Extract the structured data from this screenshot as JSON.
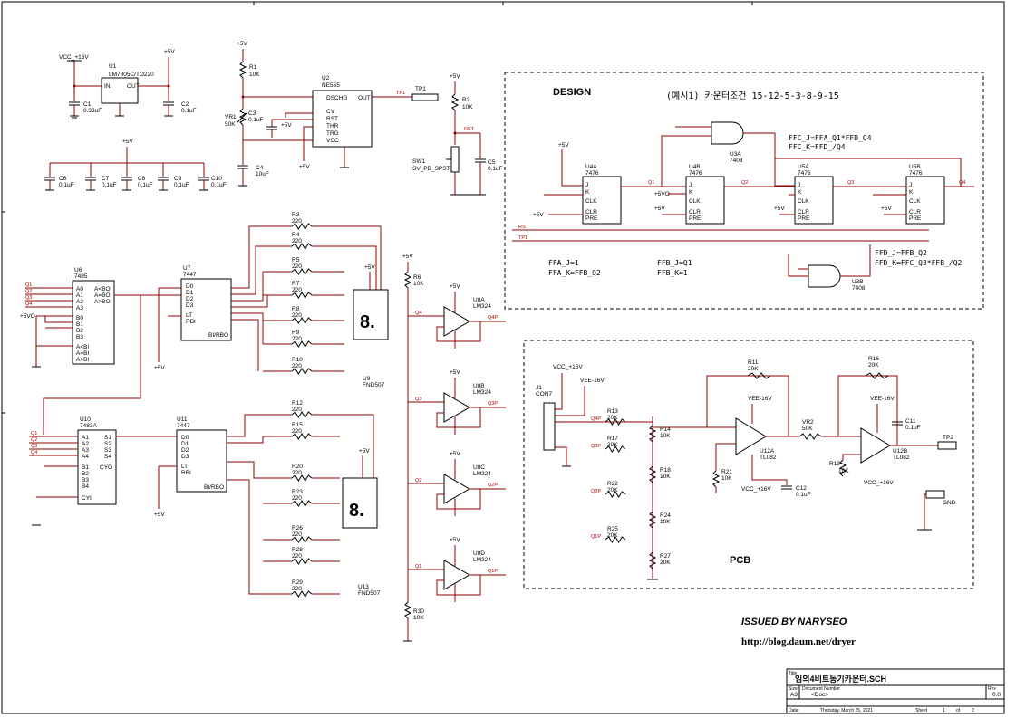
{
  "blocks": {
    "design_title": "DESIGN",
    "design_condition": "(예시1) 카운터조건 15-12-5-3-8-9-15",
    "pcb_title": "PCB",
    "issued_by": "ISSUED BY NARYSEO",
    "url": "http://blog.daum.net/dryer"
  },
  "equations": {
    "ffc": [
      "FFC_J=FFA_Q1*FFD_Q4",
      "FFC_K=FFD_/Q4"
    ],
    "ffa": [
      "FFA_J=1",
      "FFA_K=FFB_Q2"
    ],
    "ffb": [
      "FFB_J=Q1",
      "FFB_K=1"
    ],
    "ffd": [
      "FFD_J=FFB_Q2",
      "FFD_K=FFC_Q3*FFB_/Q2"
    ]
  },
  "components": [
    {
      "ref": "U1",
      "part": "LM7805C/TO220"
    },
    {
      "ref": "U2",
      "part": "NE555"
    },
    {
      "ref": "U6",
      "part": "7485"
    },
    {
      "ref": "U7",
      "part": "7447"
    },
    {
      "ref": "U9",
      "part": "FND507"
    },
    {
      "ref": "U10",
      "part": "7483A"
    },
    {
      "ref": "U11",
      "part": "7447"
    },
    {
      "ref": "U13",
      "part": "FND507"
    },
    {
      "ref": "U8A",
      "part": "LM324"
    },
    {
      "ref": "U8B",
      "part": "LM324"
    },
    {
      "ref": "U8C",
      "part": "LM324"
    },
    {
      "ref": "U8D",
      "part": "LM324"
    },
    {
      "ref": "U4A",
      "part": "7476"
    },
    {
      "ref": "U4B",
      "part": "7476"
    },
    {
      "ref": "U5A",
      "part": "7476"
    },
    {
      "ref": "U5B",
      "part": "7476"
    },
    {
      "ref": "U3A",
      "part": "7408"
    },
    {
      "ref": "U3B",
      "part": "7408"
    },
    {
      "ref": "U12A",
      "part": "TL082"
    },
    {
      "ref": "U12B",
      "part": "TL082"
    },
    {
      "ref": "J1",
      "part": "CON7"
    }
  ],
  "passives": [
    {
      "ref": "C1",
      "value": "0.33uF"
    },
    {
      "ref": "C2",
      "value": "0.1uF"
    },
    {
      "ref": "C3",
      "value": "0.1uF"
    },
    {
      "ref": "C4",
      "value": "10uF"
    },
    {
      "ref": "C5",
      "value": "0.1uF"
    },
    {
      "ref": "C6",
      "value": "0.1uF"
    },
    {
      "ref": "C7",
      "value": "0.1uF"
    },
    {
      "ref": "C8",
      "value": "0.1uF"
    },
    {
      "ref": "C9",
      "value": "0.1uF"
    },
    {
      "ref": "C10",
      "value": "0.1uF"
    },
    {
      "ref": "C11",
      "value": "0.1uF"
    },
    {
      "ref": "C12",
      "value": "0.1uF"
    },
    {
      "ref": "R1",
      "value": "10K"
    },
    {
      "ref": "R2",
      "value": "10K"
    },
    {
      "ref": "VR1",
      "value": "50K"
    },
    {
      "ref": "R6",
      "value": "10K"
    },
    {
      "ref": "R30",
      "value": "10K"
    },
    {
      "ref": "R11",
      "value": "20K"
    },
    {
      "ref": "VR2",
      "value": "50K"
    },
    {
      "ref": "R16",
      "value": "20K"
    },
    {
      "ref": "R19",
      "value": "10K"
    },
    {
      "ref": "R21",
      "value": "10K"
    }
  ],
  "res_a": [
    {
      "ref": "R3",
      "value": "220"
    },
    {
      "ref": "R4",
      "value": "220"
    },
    {
      "ref": "R5",
      "value": "220"
    },
    {
      "ref": "R7",
      "value": "220"
    },
    {
      "ref": "R8",
      "value": "220"
    },
    {
      "ref": "R9",
      "value": "220"
    },
    {
      "ref": "R10",
      "value": "220"
    }
  ],
  "res_b": [
    {
      "ref": "R12",
      "value": "220"
    },
    {
      "ref": "R15",
      "value": "220"
    },
    {
      "ref": "R20",
      "value": "220"
    },
    {
      "ref": "R23",
      "value": "220"
    },
    {
      "ref": "R26",
      "value": "220"
    },
    {
      "ref": "R28",
      "value": "220"
    },
    {
      "ref": "R29",
      "value": "220"
    }
  ],
  "dac": [
    {
      "ref": "R13",
      "value": "20K",
      "net": "Q4P"
    },
    {
      "ref": "R17",
      "value": "20K",
      "net": "Q3P"
    },
    {
      "ref": "R22",
      "value": "20K",
      "net": "Q2P"
    },
    {
      "ref": "R25",
      "value": "20K",
      "net": "Q1P"
    }
  ],
  "dac_shunt": [
    {
      "ref": "R14",
      "value": "10K"
    },
    {
      "ref": "R18",
      "value": "10K"
    },
    {
      "ref": "R24",
      "value": "10K"
    },
    {
      "ref": "R27",
      "value": "20K"
    }
  ],
  "nets": {
    "vcc16": "VCC_+16V",
    "vee16": "VEE-16V",
    "p5v": "+5V",
    "p5vo": "+5VO",
    "tp1": "TP1",
    "tp2": "TP2",
    "rst": "RST",
    "gnd": "GND",
    "q1": "Q1",
    "q2": "Q2",
    "q3": "Q3",
    "q4": "Q4",
    "q1p": "Q1P",
    "q2p": "Q2P",
    "q3p": "Q3P",
    "q4p": "Q4P",
    "sw": "SW1",
    "sw_part": "SV_PB_SPST",
    "display": "8."
  },
  "pins555": [
    "DSCHG",
    "OUT",
    "CV",
    "RST",
    "THR",
    "TRG",
    "VCC"
  ],
  "pins7485": [
    "A0",
    "A1",
    "A2",
    "A3",
    "B0",
    "B1",
    "B2",
    "B3",
    "A<BO",
    "A=BO",
    "A>BO",
    "A<BI",
    "A=BI",
    "A>BI"
  ],
  "pins7447": [
    "D0",
    "D1",
    "D2",
    "D3",
    "LT",
    "RBI",
    "BI/RBO"
  ],
  "pins7483": [
    "A1",
    "A2",
    "A3",
    "A4",
    "B1",
    "B2",
    "B3",
    "B4",
    "S1",
    "S2",
    "S3",
    "S4",
    "CYI",
    "CYO"
  ],
  "pins7476": [
    "J",
    "K",
    "CLK",
    "CLR",
    "PRE"
  ],
  "title_block": {
    "title_label": "Title",
    "title": "임의4비트동기카운터.SCH",
    "size_label": "Size",
    "size": "A3",
    "docnum_label": "Document Number",
    "docnum": "<Doc>",
    "rev_label": "Rev",
    "rev": "0.0",
    "date_label": "Date:",
    "date": "Thursday, March 25, 2021",
    "sheet_label": "Sheet",
    "sheet": "1",
    "of_label": "of",
    "of": "2"
  }
}
